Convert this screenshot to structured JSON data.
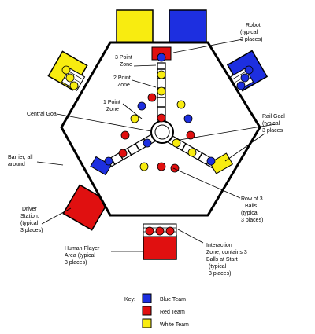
{
  "labels": {
    "robot": [
      "Robot",
      "(typical",
      "3 places)"
    ],
    "three_point_zone": [
      "3 Point",
      "Zone"
    ],
    "two_point_zone": [
      "2  Point",
      "Zone"
    ],
    "one_point_zone": [
      "1 Point",
      "Zone"
    ],
    "central_goal": [
      "Central Goal"
    ],
    "rail_goal": [
      "Rail Goal",
      "(typical",
      "3 places"
    ],
    "barrier": [
      "Barrier, all",
      "around"
    ],
    "driver_station": [
      "Driver",
      "Station,",
      "(typical",
      "3 places)"
    ],
    "row_of_balls": [
      "Row of 3",
      "Balls",
      "(typical",
      "3 places)"
    ],
    "human_player_area": [
      "Human Player",
      "Area (typical",
      "3 places)"
    ],
    "interaction_zone": [
      "Interaction",
      "Zone, contains 3",
      "Balls  at Start",
      "(typical",
      "3 places)"
    ]
  },
  "key": {
    "title": "Key:",
    "items": [
      {
        "label": "Blue Team",
        "color": "#1d2fe0"
      },
      {
        "label": "Red Team",
        "color": "#e01010"
      },
      {
        "label": "White Team",
        "color": "#f8ec10"
      }
    ]
  },
  "colors": {
    "blue": "#1d2fe0",
    "red": "#e01010",
    "yellow": "#f8ec10",
    "line": "#000000"
  }
}
